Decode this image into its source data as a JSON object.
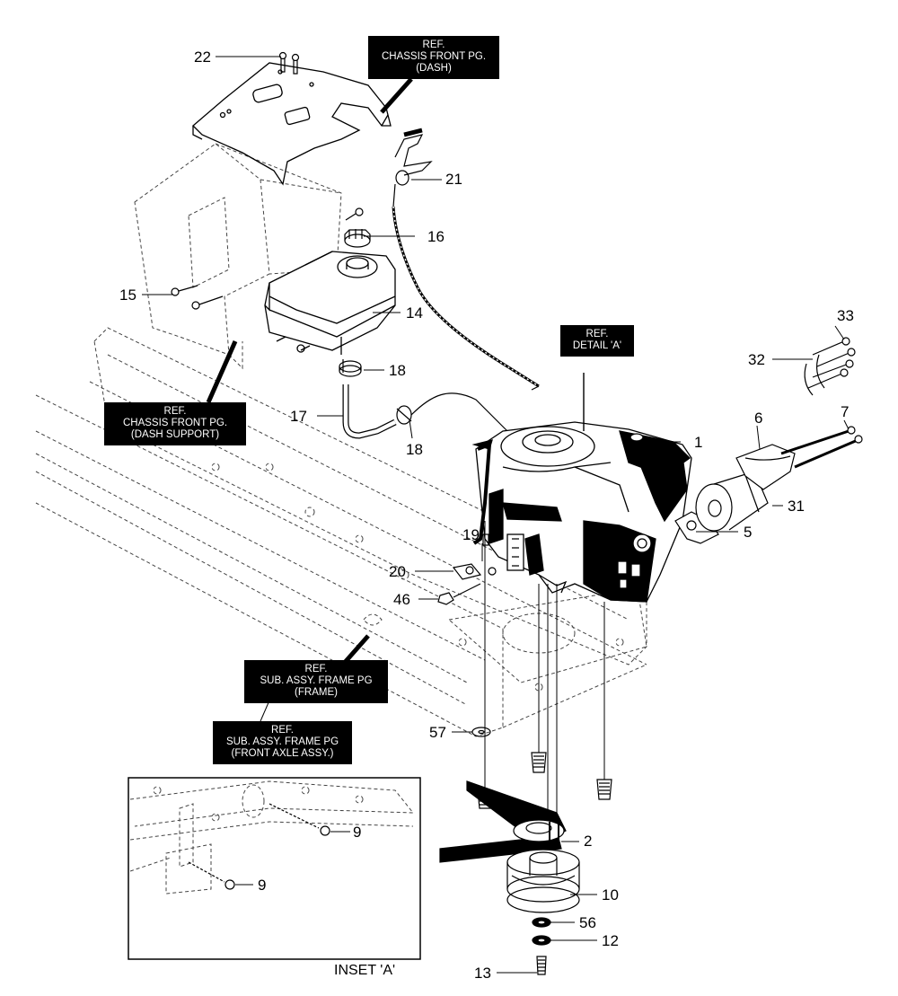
{
  "refs": {
    "dash": [
      "REF.",
      "CHASSIS FRONT PG.",
      "(DASH)"
    ],
    "detail_a": [
      "REF.",
      "DETAIL 'A'"
    ],
    "dash_support": [
      "REF.",
      "CHASSIS FRONT PG.",
      "(DASH SUPPORT)"
    ],
    "frame": [
      "REF.",
      "SUB. ASSY. FRAME PG",
      "(FRAME)"
    ],
    "front_axle": [
      "REF.",
      "SUB. ASSY. FRAME PG",
      "(FRONT AXLE ASSY.)"
    ]
  },
  "callouts": {
    "c22": "22",
    "c21": "21",
    "c16": "16",
    "c15": "15",
    "c14": "14",
    "c18a": "18",
    "c18b": "18",
    "c17": "17",
    "c33": "33",
    "c32": "32",
    "c1": "1",
    "c6": "6",
    "c7": "7",
    "c31": "31",
    "c5": "5",
    "c19": "19",
    "c20": "20",
    "c46": "46",
    "c57": "57",
    "c2": "2",
    "c10": "10",
    "c56": "56",
    "c12": "12",
    "c13": "13",
    "c9a": "9",
    "c9b": "9"
  },
  "inset_caption": "INSET 'A'"
}
